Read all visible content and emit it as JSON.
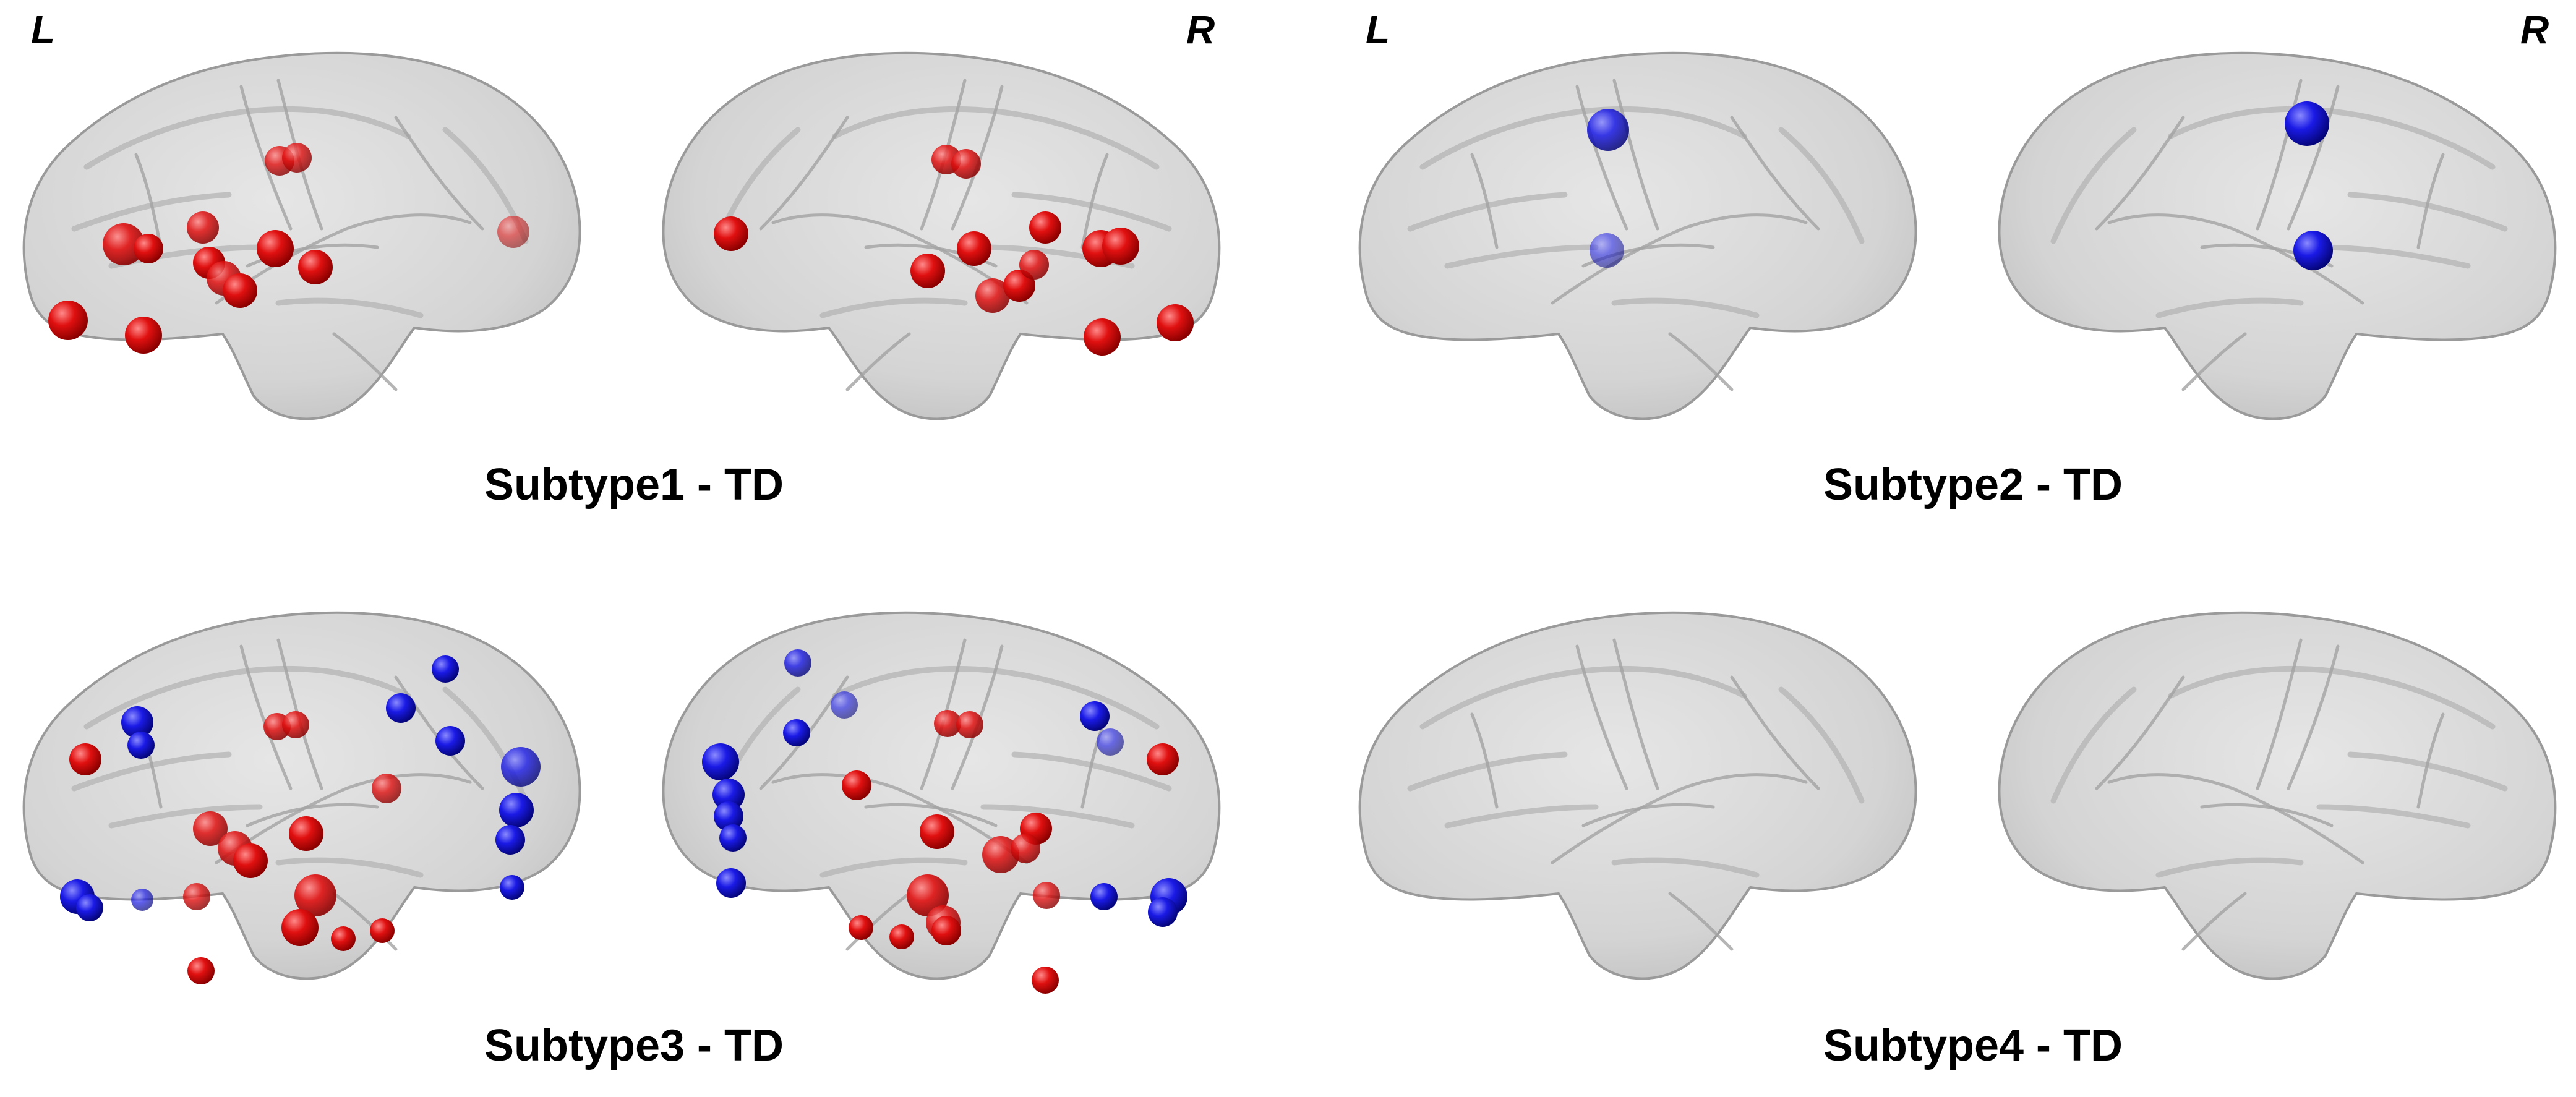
{
  "panels": [
    {
      "title": "Subtype1 - TD",
      "left_label": "L",
      "right_label": "R"
    },
    {
      "title": "Subtype2 - TD",
      "left_label": "L",
      "right_label": "R"
    },
    {
      "title": "Subtype3 - TD",
      "left_label": "",
      "right_label": ""
    },
    {
      "title": "Subtype4 - TD",
      "left_label": "",
      "right_label": ""
    }
  ],
  "colors": {
    "increase": "#e01010",
    "decrease": "#1a1ae6",
    "brain": "#d6d6d6"
  }
}
